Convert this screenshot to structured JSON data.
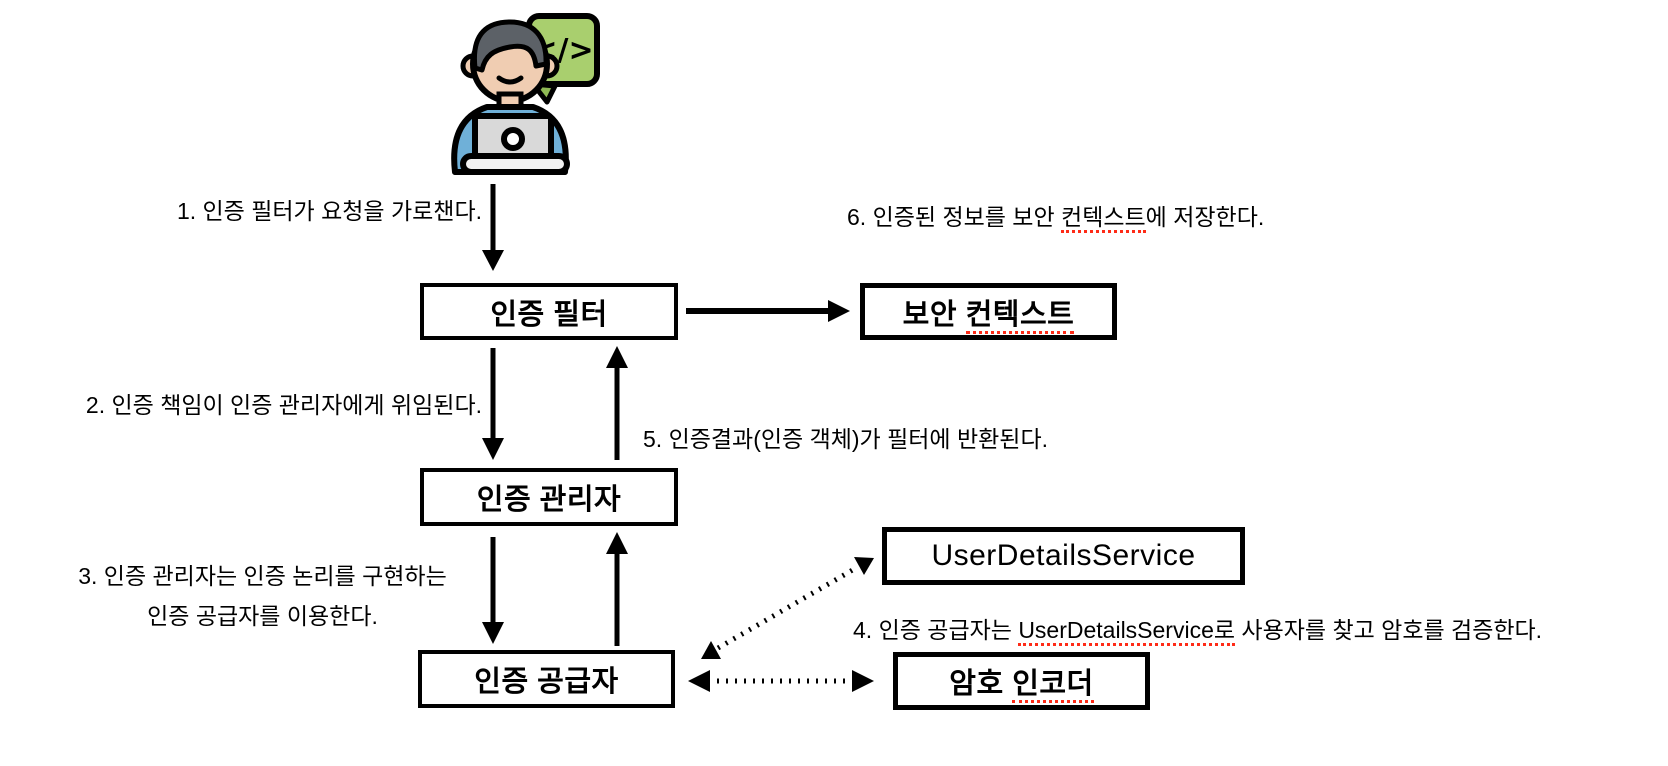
{
  "diagram": {
    "description": "spring-security-authentication-flow-diagram",
    "background": "#ffffff",
    "line_color": "#000000",
    "misspell_underline_color": "#fe2b17"
  },
  "icon": {
    "name": "developer-at-laptop-icon",
    "code_bubble_text": "</>",
    "colors": {
      "hair": "#5c6167",
      "skin": "#f0cdb2",
      "shirt": "#6fb0d8",
      "laptop_screen": "#d9d9d9",
      "laptop_base": "#f2f2f2",
      "bubble": "#a9cf6e",
      "outline": "#000000"
    }
  },
  "nodes": {
    "auth_filter": {
      "label": "인증 필터"
    },
    "security_context": {
      "label_pre": "보안 ",
      "label_underlined": "컨텍스트"
    },
    "auth_manager": {
      "label": "인증 관리자"
    },
    "auth_provider": {
      "label": "인증 공급자"
    },
    "user_details_service": {
      "label": "UserDetailsService"
    },
    "password_encoder": {
      "label_pre": "암호 ",
      "label_underlined": "인코더"
    }
  },
  "steps": {
    "step1": {
      "text": "1. 인증 필터가 요청을 가로챈다."
    },
    "step2": {
      "text": "2. 인증 책임이 인증 관리자에게 위임된다."
    },
    "step3": {
      "line1": "3. 인증 관리자는 인증 논리를 구현하는",
      "line2": "인증 공급자를 이용한다."
    },
    "step4": {
      "pre": "4. 인증 공급자는 ",
      "underlined": "UserDetailsService로",
      "post": " 사용자를 찾고 암호를 검증한다."
    },
    "step5": {
      "text": "5. 인증결과(인증 객체)가 필터에 반환된다."
    },
    "step6": {
      "pre": "6. 인증된 정보를 보안 ",
      "underlined": "컨텍스트",
      "post": "에 저장한다."
    }
  }
}
